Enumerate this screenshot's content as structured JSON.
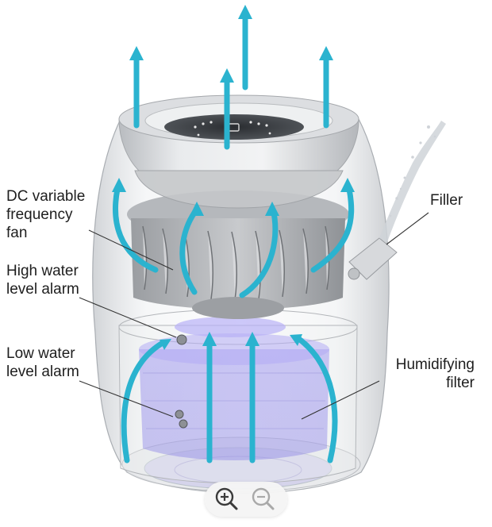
{
  "labels": {
    "fan": [
      "DC variable",
      "frequency",
      "fan"
    ],
    "high_alarm": [
      "High water",
      "level alarm"
    ],
    "low_alarm": [
      "Low water",
      "level alarm"
    ],
    "filler": [
      "Filler"
    ],
    "filter": [
      "Humidifying",
      "filter"
    ]
  },
  "colors": {
    "airflow_arrow": "#2bb3cf",
    "humidifying_filter": "#8f86e8",
    "body_shell": "#d9dcdf",
    "leader_line": "#333333"
  },
  "zoom_controls": {
    "zoom_in_icon": "zoom-in-icon",
    "zoom_out_icon": "zoom-out-icon"
  }
}
